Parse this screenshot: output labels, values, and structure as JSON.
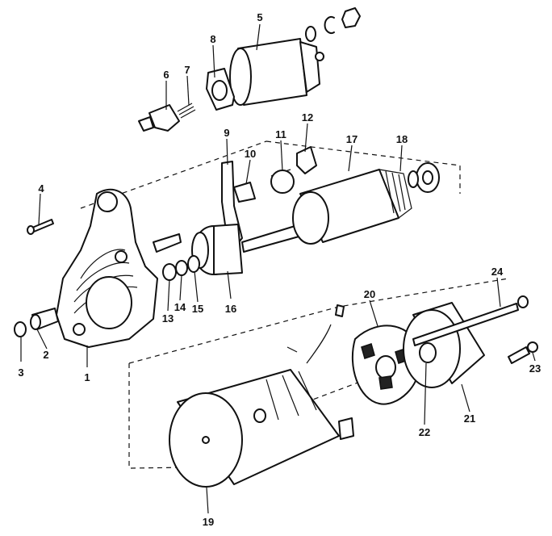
{
  "callouts": [
    "1",
    "2",
    "3",
    "4",
    "5",
    "6",
    "7",
    "8",
    "9",
    "10",
    "11",
    "12",
    "13",
    "14",
    "15",
    "16",
    "17",
    "18",
    "19",
    "20",
    "21",
    "22",
    "23",
    "24"
  ],
  "colors": {
    "line": "#111111",
    "background": "#ffffff"
  }
}
